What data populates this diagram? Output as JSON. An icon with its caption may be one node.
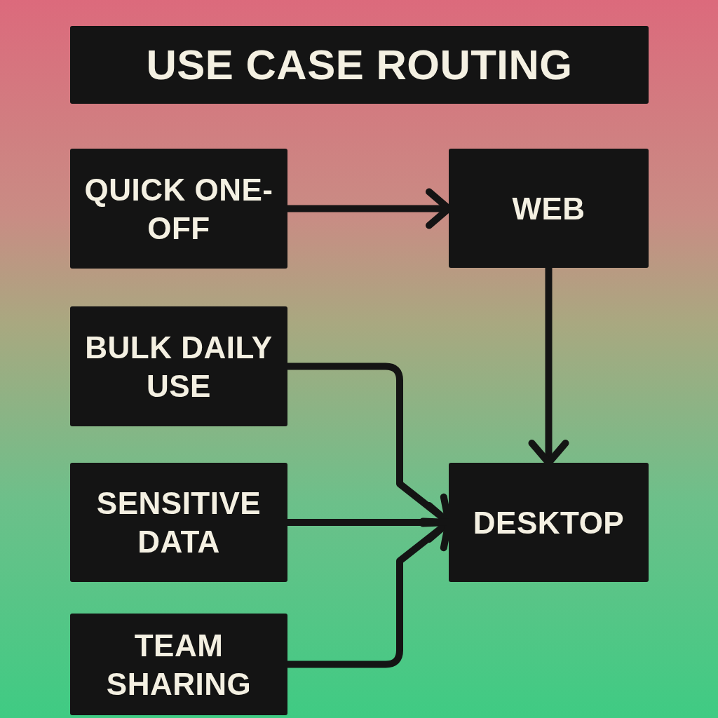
{
  "diagram": {
    "title": "USE CASE ROUTING",
    "nodes": [
      {
        "text": [
          "QUICK ONE-OFF"
        ]
      },
      {
        "text": [
          "WEB"
        ]
      },
      {
        "text": [
          "BULK DAILY USE"
        ]
      },
      {
        "text": [
          "SENSITIVE DATA"
        ]
      },
      {
        "text": [
          "TEAM SHARING"
        ]
      },
      {
        "text": [
          "DESKTOP"
        ]
      }
    ],
    "edges": [
      {
        "from": 0,
        "to": 1,
        "arrow": "to"
      },
      {
        "from": 1,
        "to": 5,
        "arrow": "to"
      },
      {
        "from": 2,
        "to": 5,
        "arrow": "to"
      },
      {
        "from": 3,
        "to": 5,
        "arrow": "to"
      },
      {
        "from": 4,
        "to": 5,
        "arrow": "to"
      }
    ]
  }
}
